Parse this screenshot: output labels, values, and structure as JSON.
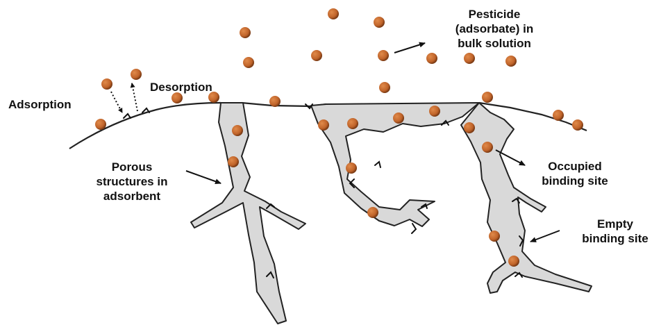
{
  "colors": {
    "particle": "#c0642a",
    "particle_highlight": "#e08a4a",
    "particle_edge": "#7a3a14",
    "pore_fill": "#d9d9d9",
    "line": "#222222"
  },
  "labels": {
    "pesticide_l1": "Pesticide",
    "pesticide_l2": "(adsorbate) in",
    "pesticide_l3": "bulk solution",
    "adsorption": "Adsorption",
    "desorption": "Desorption",
    "porous_l1": "Porous",
    "porous_l2": "structures in",
    "porous_l3": "adsorbent",
    "occupied_l1": "Occupied",
    "occupied_l2": "binding site",
    "empty_l1": "Empty",
    "empty_l2": "binding site"
  }
}
